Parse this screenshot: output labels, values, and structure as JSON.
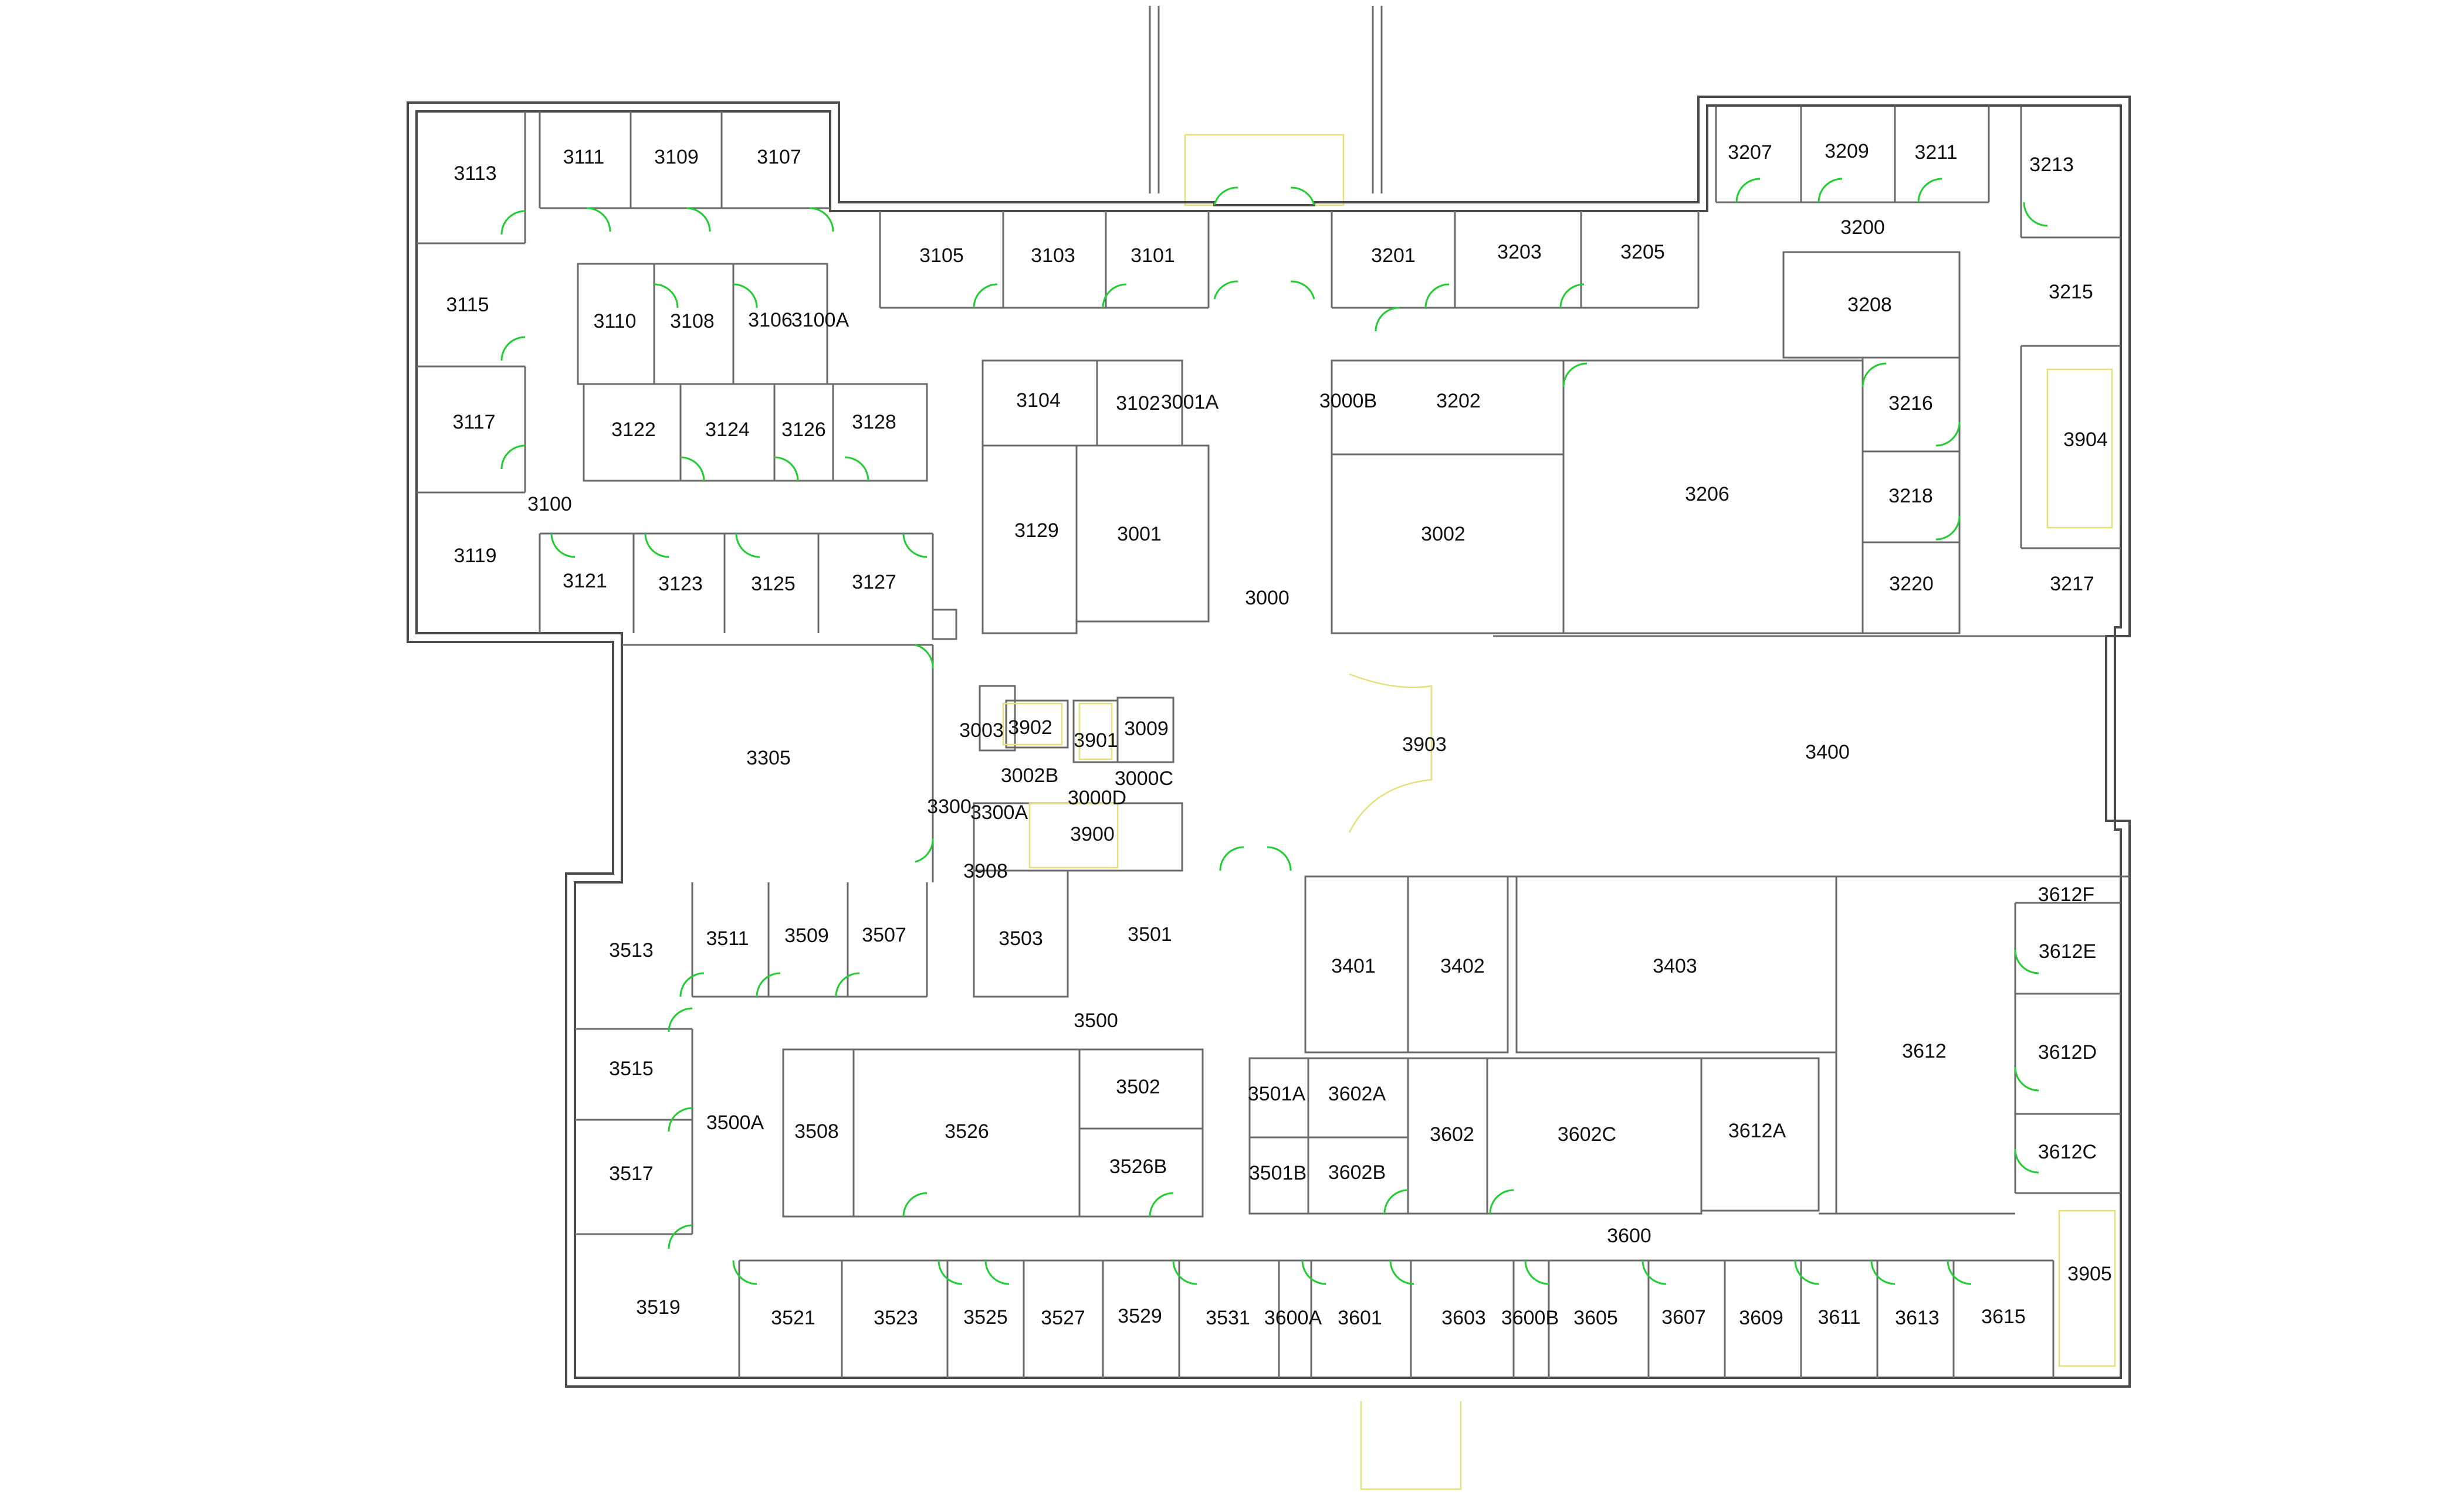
{
  "colors": {
    "wall": "#4a4a4a",
    "door": "#22cc33",
    "stair": "#e6e07a",
    "background": "#ffffff",
    "label": "#111111"
  },
  "rooms": [
    "3113",
    "3111",
    "3109",
    "3107",
    "3105",
    "3103",
    "3101",
    "3201",
    "3203",
    "3205",
    "3207",
    "3209",
    "3211",
    "3213",
    "3200",
    "3208",
    "3215",
    "3115",
    "3110",
    "3108",
    "3106",
    "3100A",
    "3104",
    "3102",
    "3001A",
    "3000B",
    "3202",
    "3117",
    "3122",
    "3124",
    "3126",
    "3128",
    "3216",
    "3904",
    "3206",
    "3100",
    "3129",
    "3001",
    "3002",
    "3218",
    "3119",
    "3121",
    "3123",
    "3125",
    "3127",
    "3000",
    "3220",
    "3217",
    "3003",
    "3902",
    "3901",
    "3009",
    "3903",
    "3305",
    "3400",
    "3002B",
    "3000C",
    "3300",
    "3300A",
    "3000D",
    "3900",
    "3908",
    "3612F",
    "3513",
    "3511",
    "3509",
    "3507",
    "3503",
    "3501",
    "3612E",
    "3401",
    "3402",
    "3403",
    "3500",
    "3612",
    "3612D",
    "3515",
    "3502",
    "3501A",
    "3602A",
    "3500A",
    "3508",
    "3526",
    "3602",
    "3602C",
    "3612A",
    "3517",
    "3526B",
    "3501B",
    "3602B",
    "3612C",
    "3600",
    "3905",
    "3519",
    "3521",
    "3523",
    "3525",
    "3527",
    "3529",
    "3531",
    "3600A",
    "3601",
    "3603",
    "3600B",
    "3605",
    "3607",
    "3609",
    "3611",
    "3613",
    "3615"
  ]
}
